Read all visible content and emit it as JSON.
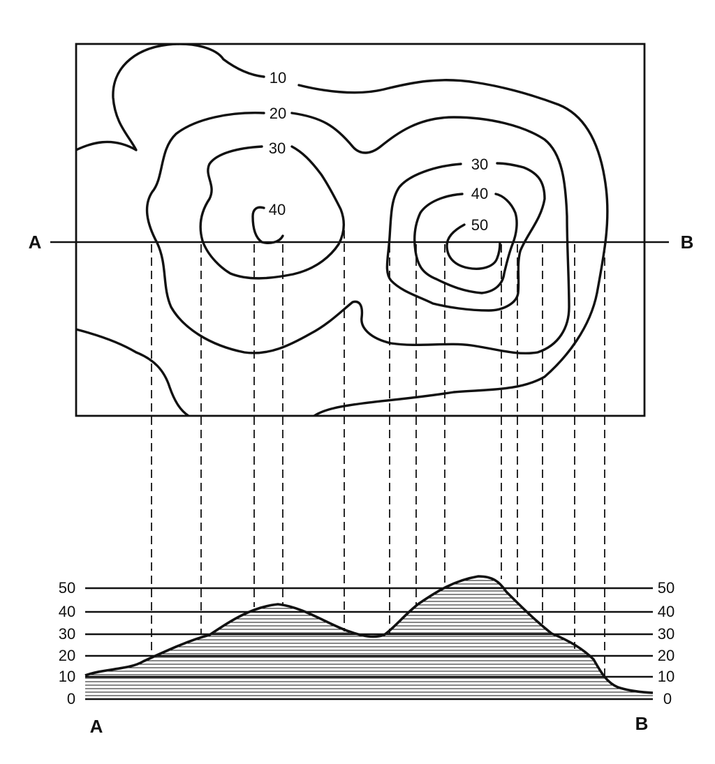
{
  "section_line": {
    "start": "A",
    "end": "B"
  },
  "contour_labels": [
    {
      "hill": "left",
      "text": "10"
    },
    {
      "hill": "left",
      "text": "20"
    },
    {
      "hill": "left",
      "text": "30"
    },
    {
      "hill": "left",
      "text": "40"
    },
    {
      "hill": "right",
      "text": "30"
    },
    {
      "hill": "right",
      "text": "40"
    },
    {
      "hill": "right",
      "text": "50"
    }
  ],
  "profile": {
    "elevation_levels": [
      "50",
      "40",
      "30",
      "20",
      "10",
      "0"
    ],
    "left_end": "A",
    "right_end": "B"
  }
}
